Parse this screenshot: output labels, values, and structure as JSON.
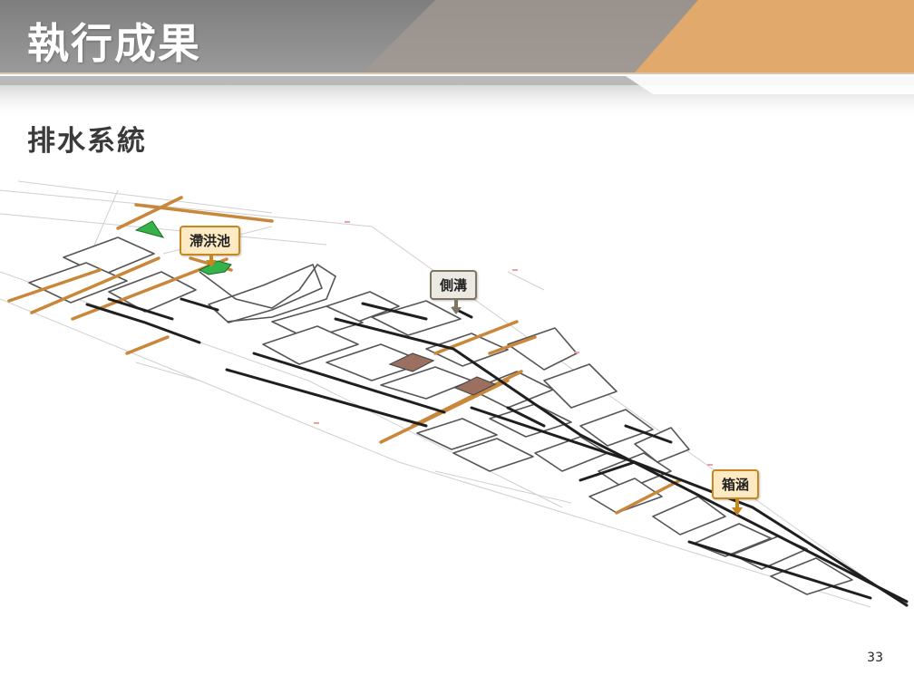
{
  "slide": {
    "title": "執行成果",
    "subtitle": "排水系統",
    "page_number": "33"
  },
  "callouts": {
    "detention_pond": "滯洪池",
    "side_ditch": "側溝",
    "box_culvert": "箱涵"
  },
  "colors": {
    "banner_gray": "#8c8c8c",
    "banner_orange": "#e0a968",
    "drain_orange": "#c8873a",
    "culvert_dark": "#1f1f1f",
    "pond_green": "#35b34a"
  }
}
